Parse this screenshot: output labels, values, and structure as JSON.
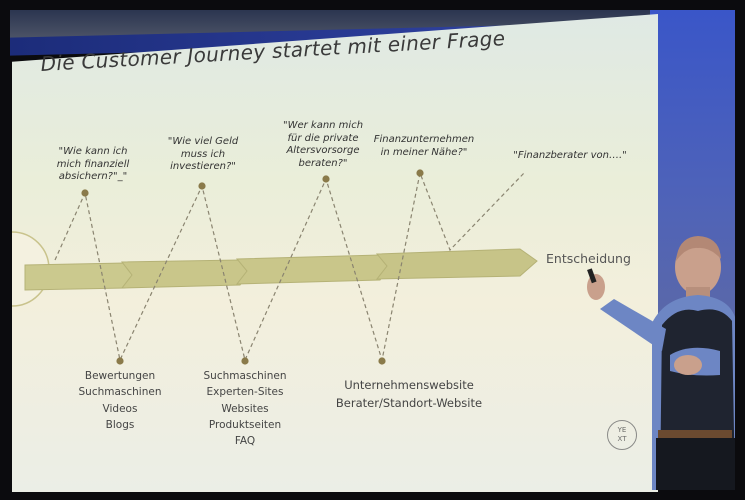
{
  "slide": {
    "title": "Die Customer Journey startet mit einer Frage",
    "questions": [
      "\"Wie kann ich\nmich finanziell\nabsichern?\"_\"",
      "\"Wie viel Geld\nmuss ich\ninvestieren?\"",
      "\"Wer kann mich\nfür die private\nAltersvorsorge\nberaten?\"",
      "Finanzunternehmen\nin meiner Nähe?\"",
      "\"Finanzberater von….\""
    ],
    "touchpoint_groups": [
      [
        "Bewertungen",
        "Suchmaschinen",
        "Videos",
        "Blogs"
      ],
      [
        "Suchmaschinen",
        "Experten-Sites",
        "Websites",
        "Produktseiten",
        "FAQ"
      ],
      [
        "Unternehmenswebsite",
        "Berater/Standort-Website"
      ]
    ],
    "decision_label": "Entscheidung",
    "brand_logo_text": "YE\nXT"
  },
  "colors": {
    "arrow_fill": "#cbc98e",
    "arrow_edge": "#b5b276",
    "dot": "#8a7a4a",
    "dashed_line": "#8a8470"
  },
  "icons": [
    "yext-logo",
    "presenter-person"
  ]
}
